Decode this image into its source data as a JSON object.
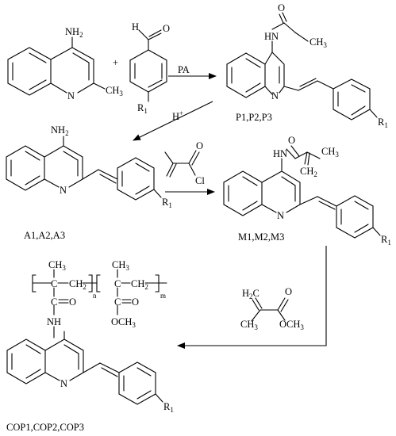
{
  "atoms": {
    "nh2": "NH",
    "nh2_sub": "2",
    "n": "N",
    "ch3": "CH",
    "ch3_sub": "3",
    "h": "H",
    "o": "O",
    "r": "R",
    "r_sub": "1",
    "hn": "HN",
    "nh": "NH",
    "cl": "Cl",
    "ch2": "CH",
    "ch2_sub": "2",
    "h2c": "H",
    "h2c_sub": "2",
    "h2c_c": "C",
    "och3": "OCH",
    "och3_sub": "3",
    "c": "C",
    "n_sub": "n",
    "m_sub": "m"
  },
  "reagents": {
    "plus": "+",
    "pa": "PA",
    "acid": "H",
    "acid_sup": "+"
  },
  "labels": {
    "p_series": "P1,P2,P3",
    "a_series": "A1,A2,A3",
    "m_series": "M1,M2,M3",
    "cop_series": "COP1,COP2,COP3"
  }
}
